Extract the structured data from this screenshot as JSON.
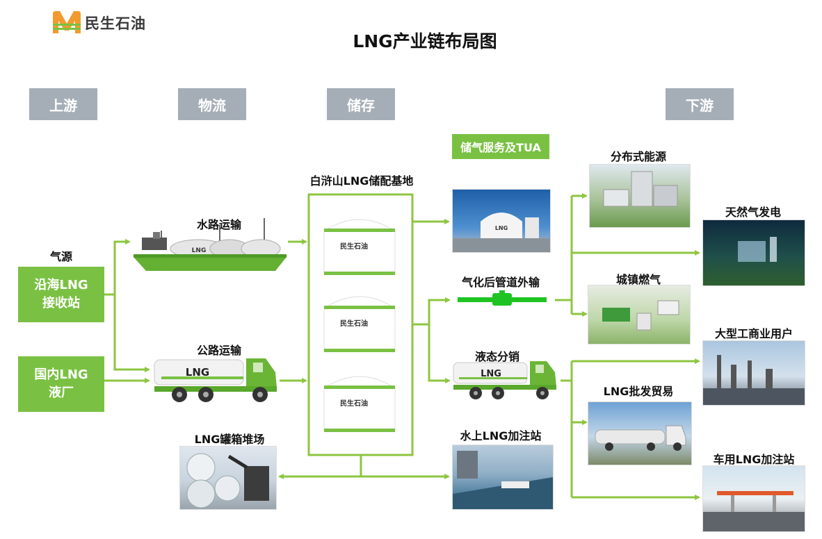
{
  "logo": {
    "text": "民生石油"
  },
  "title": "LNG产业链布局图",
  "stages": {
    "upstream": "上游",
    "logistics": "物流",
    "storage": "储存",
    "downstream": "下游"
  },
  "source": {
    "label": "气源",
    "box1_line1": "沿海LNG",
    "box1_line2": "接收站",
    "box2_line1": "国内LNG",
    "box2_line2": "液厂"
  },
  "transport": {
    "water": "水路运输",
    "road": "公路运输",
    "container_yard": "LNG罐箱堆场",
    "ship_tank": "LNG",
    "truck_tank": "LNG"
  },
  "storage": {
    "base": "白浒山LNG储配基地",
    "tank_logo": "民生石油"
  },
  "services": {
    "tua": "储气服务及TUA",
    "pipeline": "气化后管道外输",
    "liquid": "液态分销",
    "truck_tank": "LNG",
    "water_station": "水上LNG加注站",
    "photo_tank": "LNG"
  },
  "downstream": {
    "distributed": "分布式能源",
    "power": "天然气发电",
    "city_gas": "城镇燃气",
    "industrial": "大型工商业用户",
    "wholesale": "LNG批发贸易",
    "vehicle": "车用LNG加注站"
  },
  "colors": {
    "green": "#7ac143",
    "stage_gray": "#a5aeb6",
    "arrow": "#8cc63f"
  }
}
